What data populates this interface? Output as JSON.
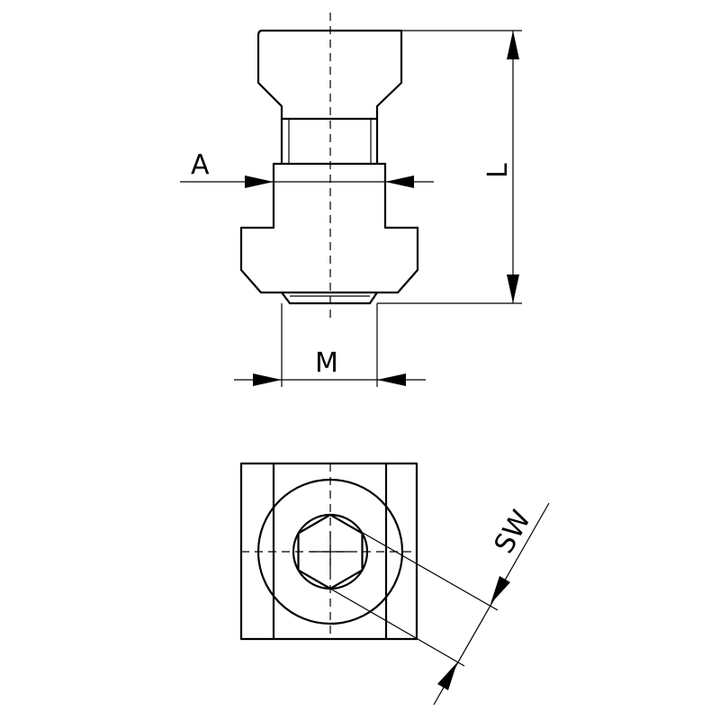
{
  "drawing": {
    "side_view": {
      "labels": {
        "width_collar": "A",
        "length": "L",
        "thread": "M"
      }
    },
    "top_view": {
      "labels": {
        "wrench_size": "SW"
      }
    },
    "colors": {
      "line": "#000000",
      "background": "#ffffff"
    }
  }
}
